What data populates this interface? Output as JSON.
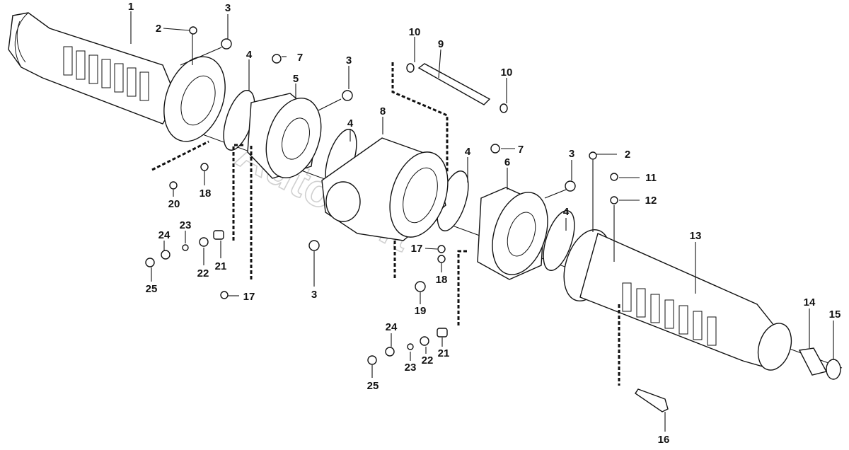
{
  "diagram": {
    "watermark": "AutoSoft",
    "callouts": [
      {
        "id": "c1",
        "text": "1"
      },
      {
        "id": "c2a",
        "text": "2"
      },
      {
        "id": "c3a",
        "text": "3"
      },
      {
        "id": "c4a",
        "text": "4"
      },
      {
        "id": "c7a",
        "text": "7"
      },
      {
        "id": "c5",
        "text": "5"
      },
      {
        "id": "c3b",
        "text": "3"
      },
      {
        "id": "c10a",
        "text": "10"
      },
      {
        "id": "c9",
        "text": "9"
      },
      {
        "id": "c10b",
        "text": "10"
      },
      {
        "id": "c8",
        "text": "8"
      },
      {
        "id": "c4b",
        "text": "4"
      },
      {
        "id": "c4c",
        "text": "4"
      },
      {
        "id": "c7b",
        "text": "7"
      },
      {
        "id": "c6",
        "text": "6"
      },
      {
        "id": "c3c",
        "text": "3"
      },
      {
        "id": "c2b",
        "text": "2"
      },
      {
        "id": "c11",
        "text": "11"
      },
      {
        "id": "c12",
        "text": "12"
      },
      {
        "id": "c20",
        "text": "20"
      },
      {
        "id": "c18a",
        "text": "18"
      },
      {
        "id": "c24a",
        "text": "24"
      },
      {
        "id": "c23a",
        "text": "23"
      },
      {
        "id": "c22a",
        "text": "22"
      },
      {
        "id": "c21a",
        "text": "21"
      },
      {
        "id": "c25a",
        "text": "25"
      },
      {
        "id": "c17a",
        "text": "17"
      },
      {
        "id": "c3d",
        "text": "3"
      },
      {
        "id": "c17b",
        "text": "17"
      },
      {
        "id": "c18b",
        "text": "18"
      },
      {
        "id": "c19",
        "text": "19"
      },
      {
        "id": "c4d",
        "text": "4"
      },
      {
        "id": "c13",
        "text": "13"
      },
      {
        "id": "c14",
        "text": "14"
      },
      {
        "id": "c15",
        "text": "15"
      },
      {
        "id": "c24b",
        "text": "24"
      },
      {
        "id": "c23b",
        "text": "23"
      },
      {
        "id": "c22b",
        "text": "22"
      },
      {
        "id": "c21b",
        "text": "21"
      },
      {
        "id": "c25b",
        "text": "25"
      },
      {
        "id": "c16",
        "text": "16"
      }
    ]
  }
}
